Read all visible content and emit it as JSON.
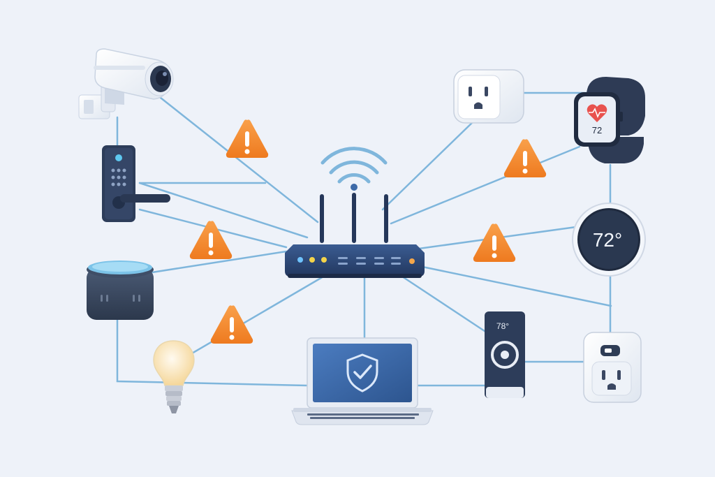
{
  "diagram": {
    "hub": {
      "name": "wifi-router",
      "icon": "router-icon"
    },
    "devices": [
      {
        "id": "camera",
        "icon": "security-camera-icon"
      },
      {
        "id": "lock",
        "icon": "smart-door-lock-icon"
      },
      {
        "id": "speaker",
        "icon": "smart-speaker-icon"
      },
      {
        "id": "bulb",
        "icon": "smart-bulb-icon"
      },
      {
        "id": "laptop",
        "icon": "laptop-shield-icon"
      },
      {
        "id": "doorbell",
        "icon": "video-doorbell-icon",
        "display": "78°"
      },
      {
        "id": "plug-bottom",
        "icon": "smart-plug-icon"
      },
      {
        "id": "thermostat",
        "icon": "thermostat-icon",
        "display": "72°"
      },
      {
        "id": "watch",
        "icon": "smartwatch-icon",
        "display": "72"
      },
      {
        "id": "plug-top",
        "icon": "smart-outlet-icon"
      }
    ],
    "warning_count": 5,
    "warning_icon": "warning-triangle-icon",
    "colors": {
      "background": "#eef2f9",
      "link": "#7fb6dc",
      "warning": "#f28a2e",
      "device_dark": "#2d3d5a",
      "router": "#2f4a7a",
      "screen": "#3d6aa8"
    }
  }
}
